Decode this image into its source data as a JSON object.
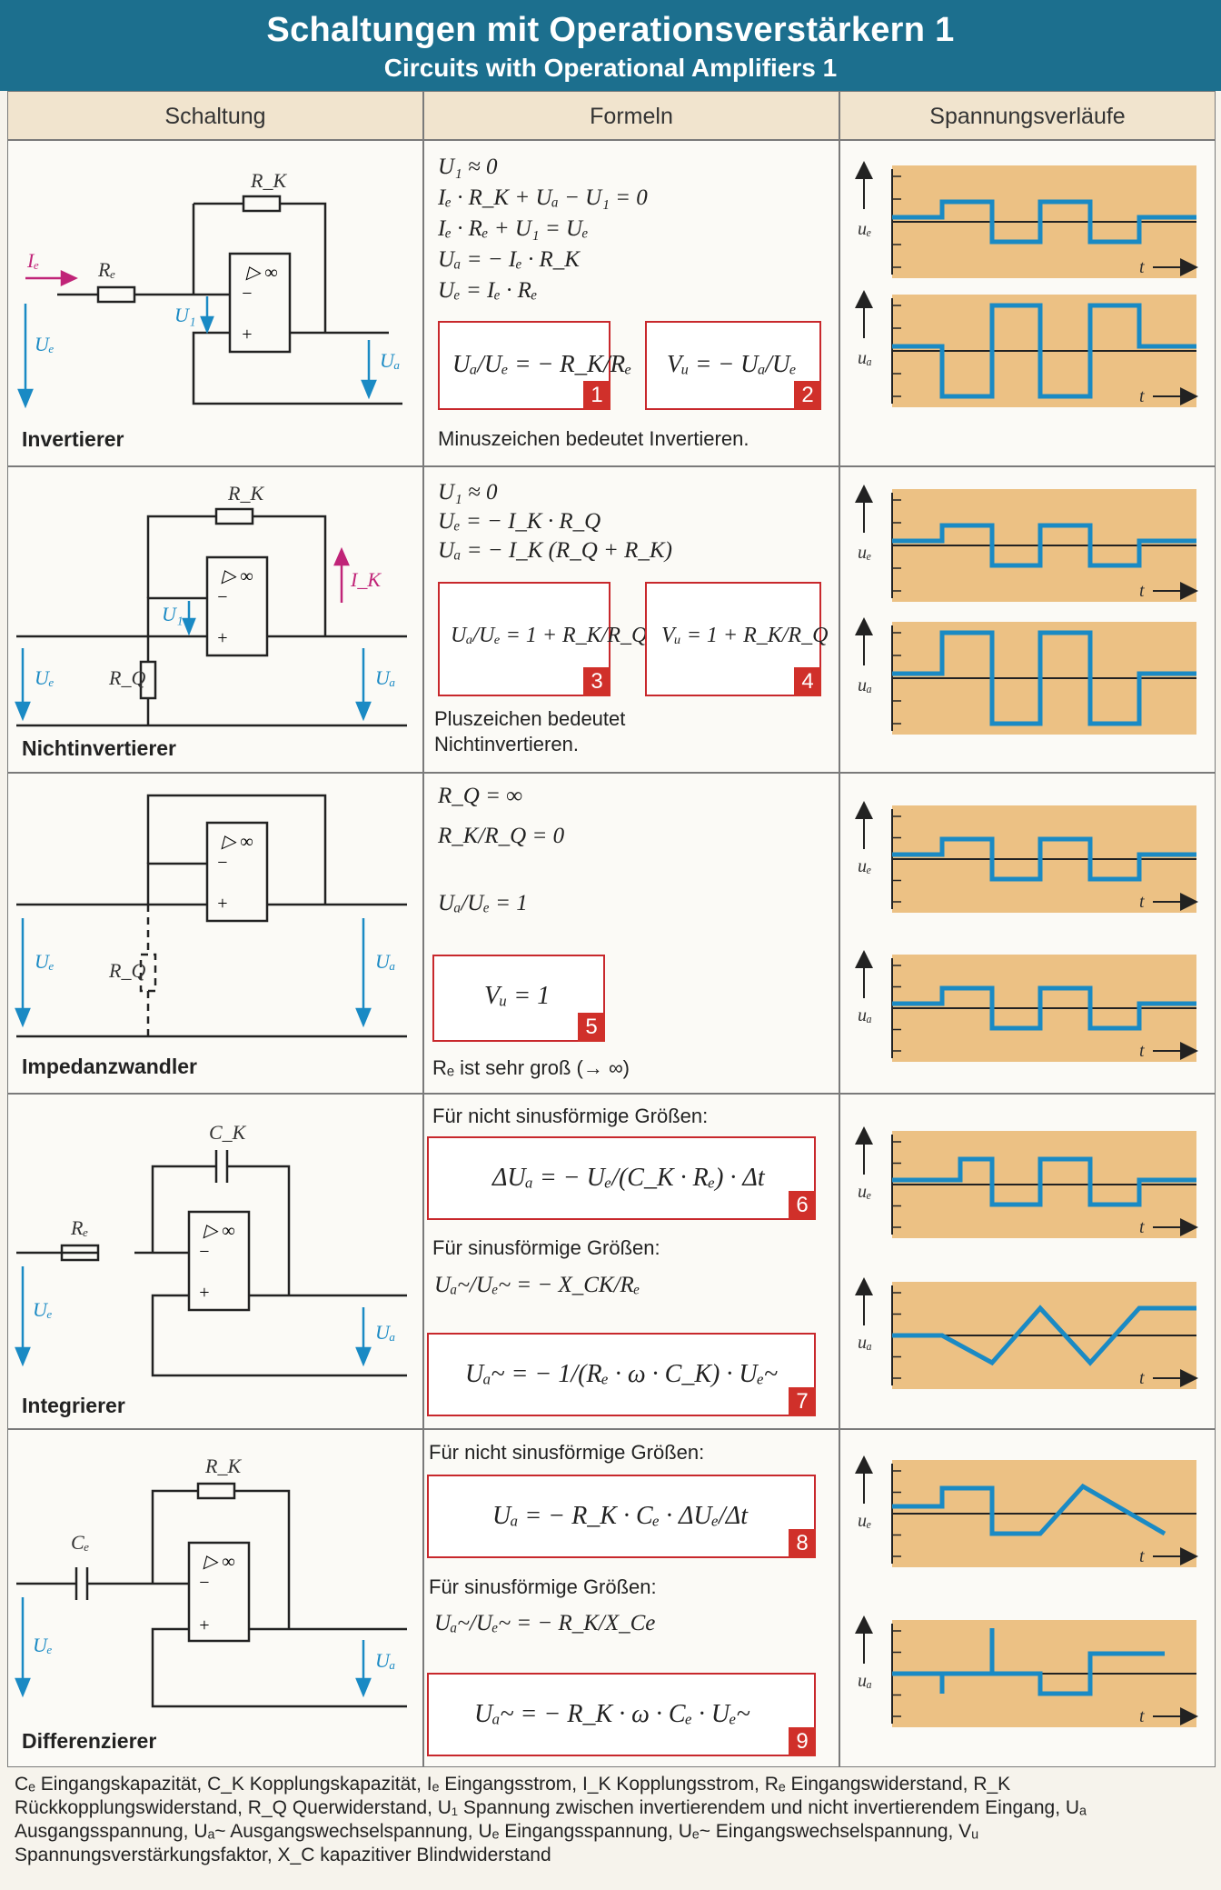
{
  "title": {
    "de": "Schaltungen mit Operationsverstärkern 1",
    "en": "Circuits with Operational Amplifiers 1"
  },
  "columns": {
    "circuit": "Schaltung",
    "formulas": "Formeln",
    "waveforms": "Spannungsverläufe"
  },
  "rows": [
    {
      "name": "Invertierer",
      "formulas": [
        "U₁ ≈ 0",
        "Iₑ · R_K + Uₐ − U₁ = 0",
        "Iₑ · Rₑ + U₁ = Uₑ",
        "Uₐ = − Iₑ · R_K",
        "Uₑ = Iₑ · Rₑ"
      ],
      "boxes": [
        {
          "eq": "Uₐ/Uₑ = − R_K/Rₑ",
          "num": "1"
        },
        {
          "eq": "Vᵤ = − Uₐ/Uₑ",
          "num": "2"
        }
      ],
      "note": "Minuszeichen bedeutet Invertieren."
    },
    {
      "name": "Nichtinvertierer",
      "formulas": [
        "U₁ ≈ 0",
        "Uₑ = − I_K · R_Q",
        "Uₐ = − I_K (R_Q + R_K)"
      ],
      "boxes": [
        {
          "eq": "Uₐ/Uₑ = 1 + R_K/R_Q",
          "num": "3"
        },
        {
          "eq": "Vᵤ = 1 + R_K/R_Q",
          "num": "4"
        }
      ],
      "note_lines": [
        "Pluszeichen bedeutet",
        "Nichtinvertieren."
      ]
    },
    {
      "name": "Impedanzwandler",
      "formulas": [
        "R_Q = ∞",
        "R_K/R_Q = 0",
        "Uₐ/Uₑ = 1"
      ],
      "boxes": [
        {
          "eq": "Vᵤ = 1",
          "num": "5"
        }
      ],
      "note": "Rₑ ist sehr groß (→ ∞)"
    },
    {
      "name": "Integrierer",
      "label_nonsin": "Für nicht sinusförmige Größen:",
      "label_sin": "Für sinusförmige Größen:",
      "formulas": [
        "Uₐ~/Uₑ~ = − X_CK/Rₑ"
      ],
      "boxes": [
        {
          "eq": "ΔUₐ = − Uₑ/(C_K · Rₑ) · Δt",
          "num": "6"
        },
        {
          "eq": "Uₐ~ = − 1/(Rₑ · ω · C_K) · Uₑ~",
          "num": "7"
        }
      ]
    },
    {
      "name": "Differenzierer",
      "label_nonsin": "Für nicht sinusförmige Größen:",
      "label_sin": "Für sinusförmige Größen:",
      "formulas": [
        "Uₐ~/Uₑ~ = − R_K/X_Ce"
      ],
      "boxes": [
        {
          "eq": "Uₐ = − R_K · Cₑ · ΔUₑ/Δt",
          "num": "8"
        },
        {
          "eq": "Uₐ~ = − R_K · ω · Cₑ · Uₑ~",
          "num": "9"
        }
      ]
    }
  ],
  "wave_labels": {
    "ue": "uₑ",
    "ua": "uₐ",
    "t": "t"
  },
  "circuit_labels": {
    "RK": "R_K",
    "Re": "Rₑ",
    "RQ": "R_Q",
    "Ie": "Iₑ",
    "IK": "I_K",
    "Ue": "Uₑ",
    "Ua": "Uₐ",
    "U1": "U₁",
    "CK": "C_K",
    "Ce": "Cₑ",
    "opamp": "▷ ∞",
    "minus": "−",
    "plus": "+"
  },
  "footer": "Cₑ Eingangskapazität, C_K Kopplungskapazität, Iₑ Eingangsstrom, I_K Kopplungsstrom, Rₑ Eingangswiderstand, R_K Rückkopplungswiderstand, R_Q Querwiderstand, U₁ Spannung zwischen invertierendem und nicht invertierendem Eingang, Uₐ Ausgangsspannung, Uₐ~ Ausgangswechselspannung, Uₑ Eingangsspannung, Uₑ~ Eingangswechselspannung, Vᵤ Spannungsverstärkungsfaktor, X_C kapazitiver Blindwiderstand",
  "colors": {
    "banner": "#1c6f8e",
    "header": "#f1e4ce",
    "wave_bg": "#ecc184",
    "wave": "#1a8ac4",
    "box_border": "#c8282c",
    "num_bg": "#d0302a",
    "arrow_blue": "#1a8ac4",
    "arrow_magenta": "#c02478"
  }
}
